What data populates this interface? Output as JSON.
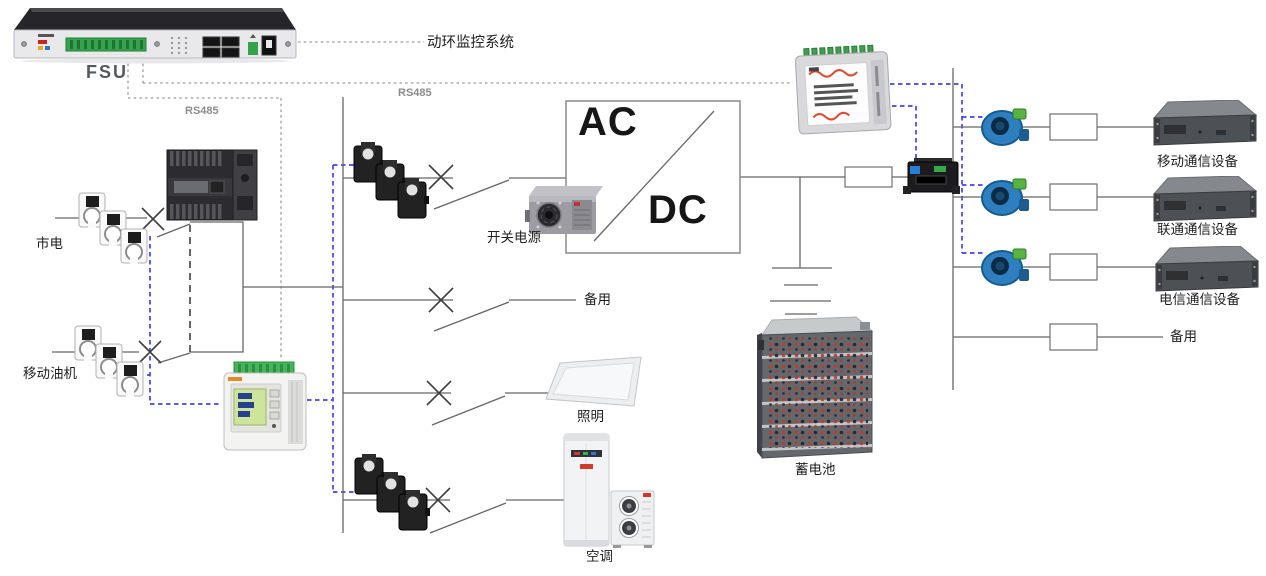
{
  "labels": {
    "fsu": "FSU",
    "monitoring_system": "动环监控系统",
    "rs485_left": "RS485",
    "rs485_mid": "RS485",
    "mains": "市电",
    "mobile_generator": "移动油机",
    "switching_power": "开关电源",
    "ac": "AC",
    "dc": "DC",
    "spare_left": "备用",
    "lighting": "照明",
    "air_conditioner": "空调",
    "battery": "蓄电池",
    "mobile_equipment": "移动通信设备",
    "unicom_equipment": "联通通信设备",
    "telecom_equipment": "电信通信设备",
    "spare_right": "备用"
  },
  "colors": {
    "background": "#ffffff",
    "wire": "#666666",
    "rs485_dotted": "#9a9a9a",
    "ct_wiring_blue": "#4343f0",
    "label_text": "#1f1f1f",
    "rs485_text": "#8c8c8c",
    "ct_blue_body": "#2d7fc0",
    "terminal_green": "#35a24c",
    "meter_red_accent": "#e0492e"
  }
}
